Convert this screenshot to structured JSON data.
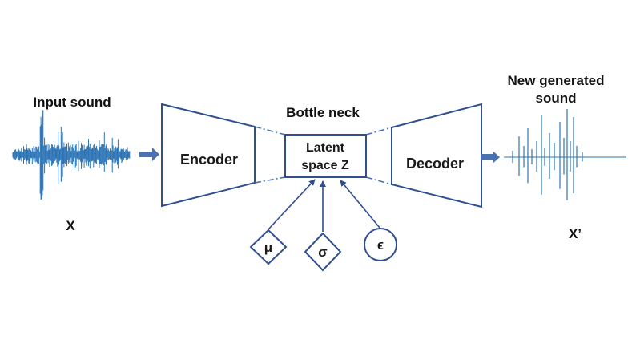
{
  "labels": {
    "input_title": "Input sound",
    "input_symbol": "X",
    "encoder": "Encoder",
    "bottleneck_title": "Bottle neck",
    "latent_line1": "Latent",
    "latent_line2": "space Z",
    "decoder": "Decoder",
    "output_title_line1": "New generated",
    "output_title_line2": "sound",
    "output_symbol": "X’",
    "mu": "μ",
    "sigma": "σ",
    "epsilon": "ϵ"
  },
  "colors": {
    "outline": "#2f4f8f",
    "arrow": "#4a72b0",
    "waveform": "#2e75b6",
    "text": "#111111"
  }
}
